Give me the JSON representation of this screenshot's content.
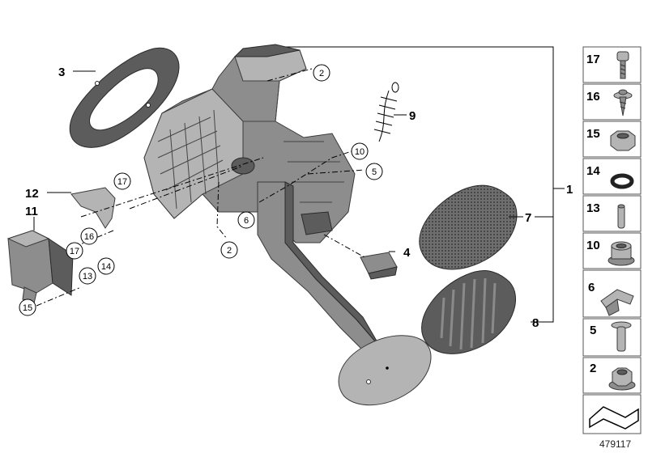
{
  "diagram": {
    "callouts": [
      {
        "id": "c3",
        "text": "3"
      },
      {
        "id": "c2a",
        "text": "2"
      },
      {
        "id": "c9",
        "text": "9"
      },
      {
        "id": "c10",
        "text": "10"
      },
      {
        "id": "c5",
        "text": "5"
      },
      {
        "id": "c1",
        "text": "1"
      },
      {
        "id": "c12",
        "text": "12"
      },
      {
        "id": "c17a",
        "text": "17"
      },
      {
        "id": "c11",
        "text": "11"
      },
      {
        "id": "c16",
        "text": "16"
      },
      {
        "id": "c6",
        "text": "6"
      },
      {
        "id": "c2b",
        "text": "2"
      },
      {
        "id": "c7",
        "text": "7"
      },
      {
        "id": "c4",
        "text": "4"
      },
      {
        "id": "c17b",
        "text": "17"
      },
      {
        "id": "c14",
        "text": "14"
      },
      {
        "id": "c13",
        "text": "13"
      },
      {
        "id": "c15",
        "text": "15"
      },
      {
        "id": "c8",
        "text": "8"
      }
    ],
    "parts_list": [
      {
        "number": "17",
        "icon": "torx-bolt-icon"
      },
      {
        "number": "16",
        "icon": "tapping-screw-icon"
      },
      {
        "number": "15",
        "icon": "hex-nut-icon"
      },
      {
        "number": "14",
        "icon": "o-ring-icon"
      },
      {
        "number": "13",
        "icon": "pin-icon"
      },
      {
        "number": "10",
        "icon": "bushing-icon"
      },
      {
        "number": "6",
        "icon": "clip-icon"
      },
      {
        "number": "5",
        "icon": "bolt-icon"
      },
      {
        "number": "2",
        "icon": "collar-nut-icon"
      },
      {
        "number": "",
        "icon": "bracket-symbol-icon"
      }
    ],
    "image_number": "479117"
  }
}
